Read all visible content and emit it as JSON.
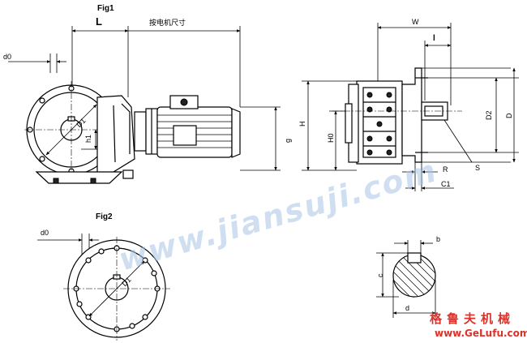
{
  "figures": {
    "fig1": "Fig1",
    "fig2": "Fig2"
  },
  "dimensions": {
    "L": "L",
    "motor_note": "按电机尺寸",
    "d0_fig1": "d0",
    "D1_fig1": "D1",
    "h1": "h1",
    "g": "g",
    "W": "W",
    "l": "l",
    "H": "H",
    "H0": "H0",
    "D2": "D2",
    "D": "D",
    "R": "R",
    "S": "S",
    "C1": "C1",
    "d0_fig2": "d0",
    "D1_fig2": "D1",
    "b": "b",
    "c": "c",
    "d": "d"
  },
  "watermark": "www.jiansuji.com",
  "brand": {
    "name_cn": "格鲁夫机械",
    "url": "www.GeLufu.com"
  },
  "colors": {
    "line": "#000000",
    "watermark": "#a8c4e6",
    "brand": "#d9332b"
  }
}
